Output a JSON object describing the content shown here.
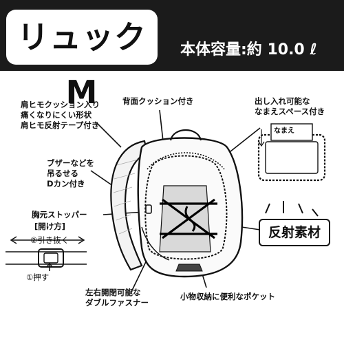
{
  "header": {
    "title": "リュック M",
    "capacity": "本体容量:約 10.0 ℓ"
  },
  "annotations": {
    "shoulder": [
      "肩ヒモクッション入り",
      "痛くなりにくい形状",
      "肩ヒモ反射テープ付き"
    ],
    "back_cushion": "背面クッション付き",
    "name_space": [
      "出し入れ可能な",
      "なまえスペース付き"
    ],
    "name_tag_label": "なまえ",
    "d_ring": [
      "ブザーなどを",
      "吊るせる",
      "Dカン付き"
    ],
    "chest_stopper": "胸元ストッパー",
    "how_to_open": "[開け方]",
    "step_pull": "②引き抜く",
    "step_press": "①押す",
    "zipper": [
      "左右開閉可能な",
      "ダブルファスナー"
    ],
    "pocket": "小物収納に便利なポケット",
    "reflective": "反射素材"
  },
  "colors": {
    "header_bg": "#1b1b1b",
    "title_bg": "#ffffff",
    "ink": "#111111"
  }
}
